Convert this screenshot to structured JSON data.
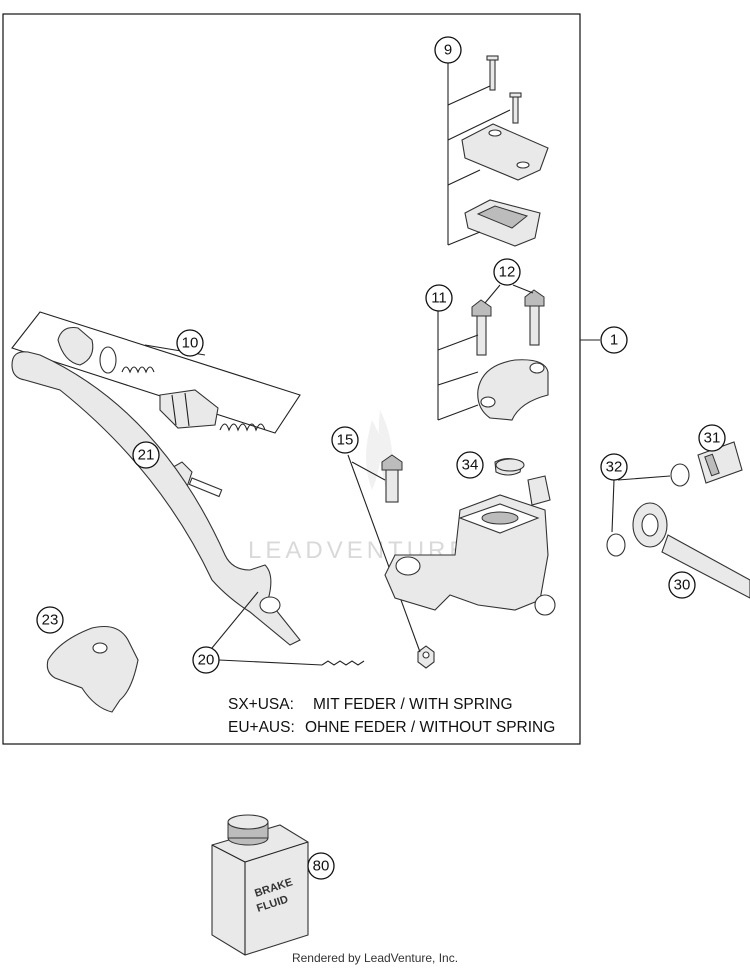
{
  "callouts": [
    {
      "id": "c1",
      "label": "1"
    },
    {
      "id": "c9",
      "label": "9"
    },
    {
      "id": "c10",
      "label": "10"
    },
    {
      "id": "c11",
      "label": "11"
    },
    {
      "id": "c12",
      "label": "12"
    },
    {
      "id": "c15",
      "label": "15"
    },
    {
      "id": "c20",
      "label": "20"
    },
    {
      "id": "c21",
      "label": "21"
    },
    {
      "id": "c23",
      "label": "23"
    },
    {
      "id": "c30",
      "label": "30"
    },
    {
      "id": "c31",
      "label": "31"
    },
    {
      "id": "c32",
      "label": "32"
    },
    {
      "id": "c34",
      "label": "34"
    },
    {
      "id": "c80",
      "label": "80"
    }
  ],
  "notes": {
    "line1_region": "SX+USA:",
    "line1_text": "MIT FEDER / WITH SPRING",
    "line2_region": "EU+AUS:",
    "line2_text": "OHNE FEDER / WITHOUT SPRING"
  },
  "can_label": {
    "line1": "BRAKE",
    "line2": "FLUID"
  },
  "watermark": "LEADVENTURE",
  "footer": "Rendered by LeadVenture, Inc."
}
